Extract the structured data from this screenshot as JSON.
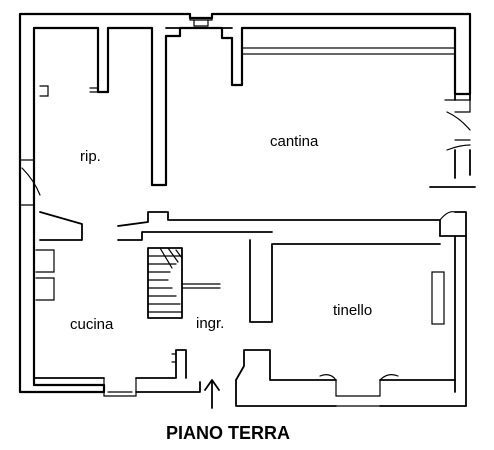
{
  "plan": {
    "title": "PIANO TERRA",
    "rooms": {
      "rip": "rip.",
      "cantina": "cantina",
      "cucina": "cucina",
      "ingresso": "ingr.",
      "tinello": "tinello"
    }
  }
}
